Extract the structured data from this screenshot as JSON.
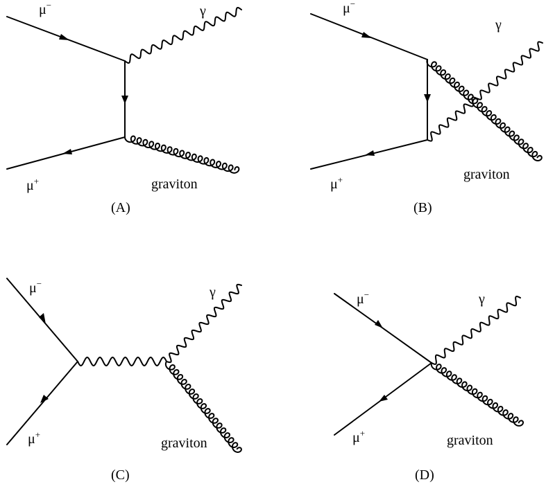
{
  "diagrams": [
    {
      "caption": "(A)",
      "mu_minus": "μ",
      "mu_minus_sup": "−",
      "mu_plus": "μ",
      "mu_plus_sup": "+",
      "photon": "γ",
      "graviton": "graviton"
    },
    {
      "caption": "(B)",
      "mu_minus": "μ",
      "mu_minus_sup": "−",
      "mu_plus": "μ",
      "mu_plus_sup": "+",
      "photon": "γ",
      "graviton": "graviton"
    },
    {
      "caption": "(C)",
      "mu_minus": "μ",
      "mu_minus_sup": "−",
      "mu_plus": "μ",
      "mu_plus_sup": "+",
      "photon": "γ",
      "graviton": "graviton"
    },
    {
      "caption": "(D)",
      "mu_minus": "μ",
      "mu_minus_sup": "−",
      "mu_plus": "μ",
      "mu_plus_sup": "+",
      "photon": "γ",
      "graviton": "graviton"
    }
  ]
}
